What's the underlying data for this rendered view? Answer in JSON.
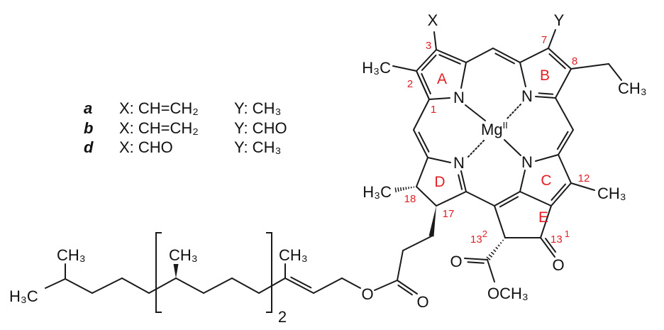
{
  "legend": [
    {
      "key": "a",
      "x": "X: CH=CH₂",
      "y": "Y: CH₃"
    },
    {
      "key": "b",
      "x": "X: CH=CH₂",
      "y": "Y: CHO"
    },
    {
      "key": "d",
      "x": "X: CHO",
      "y": "Y: CH₃"
    }
  ],
  "atoms": {
    "x_sub": "X",
    "y_sub": "Y",
    "methyl_2": "H₃C",
    "ethyl_ch3": "CH₃",
    "methyl_12": "CH₃",
    "methyl_18": "H₃C",
    "n_a": "N",
    "n_b": "N",
    "n_c": "N",
    "n_d": "N",
    "mg": "Mg",
    "mg_ox": "II",
    "keto_o": "O",
    "ester_o_dbl": "O",
    "ester_och3": "OCH₃",
    "phytyl_ester_o": "O",
    "phytyl_carbonyl_o": "O",
    "phytyl_end": "H₃C",
    "phytyl_ch3_1": "CH₃",
    "phytyl_ch3_2": "CH₃",
    "phytyl_ch3_3": "CH₃",
    "repeat_count": "2"
  },
  "locants": {
    "c1": "1",
    "c2": "2",
    "c3": "3",
    "c7": "7",
    "c8": "8",
    "c12": "12",
    "c17": "17",
    "c18": "18",
    "c13_1": "13",
    "c13_1_sup": "1",
    "c13_2": "13",
    "c13_2_sup": "2"
  },
  "rings": {
    "a": "A",
    "b": "B",
    "c": "C",
    "d": "D",
    "e": "E"
  },
  "colors": {
    "bond": "#1a1a1a",
    "locant": "#e31e24",
    "background": "#ffffff"
  }
}
